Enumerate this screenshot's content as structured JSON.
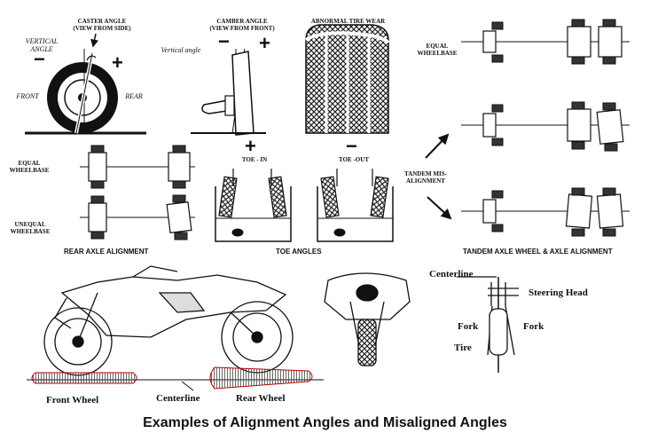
{
  "caster": {
    "title": "CASTER ANGLE",
    "subtitle": "(VIEW FROM SIDE)",
    "vertical_label": "VERTICAL ANGLE",
    "front": "FRONT",
    "rear": "REAR",
    "minus": "−",
    "plus": "+"
  },
  "camber": {
    "title": "CAMBER ANGLE",
    "subtitle": "(VIEW FROM FRONT)",
    "vertical_label": "Vertical angle",
    "minus": "−",
    "plus": "+"
  },
  "abnormal": {
    "title": "ABNORMAL TIRE WEAR"
  },
  "tandem": {
    "equal_wheelbase": "EQUAL WHEELBASE",
    "misalignment": "TANDEM MIS-ALIGNMENT",
    "section_title": "TANDEM AXLE WHEEL & AXLE ALIGNMENT"
  },
  "rear_axle": {
    "equal_wheelbase": "EQUAL WHEELBASE",
    "unequal_wheelbase": "UNEQUAL WHEELBASE",
    "section_title": "REAR AXLE ALIGNMENT"
  },
  "toe": {
    "toe_in": "TOE - IN",
    "toe_out": "TOE -OUT",
    "plus": "+",
    "minus": "−",
    "section_title": "TOE ANGLES"
  },
  "motorcycle": {
    "front_wheel": "Front Wheel",
    "centerline_bottom": "Centerline",
    "rear_wheel": "Rear Wheel",
    "centerline_top": "Centerline",
    "steering_head": "Steering Head",
    "fork_left": "Fork",
    "fork_right": "Fork",
    "tire": "Tire"
  },
  "caption": "Examples of Alignment Angles and Misaligned Angles"
}
